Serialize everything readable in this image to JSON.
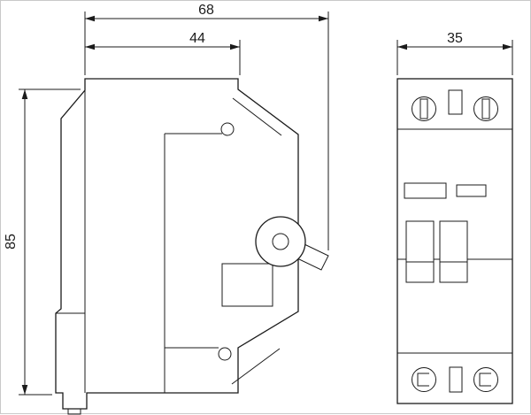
{
  "drawing": {
    "dimension_labels": {
      "overall_depth": "68",
      "body_depth": "44",
      "width": "35",
      "height": "85"
    },
    "style": {
      "line_color": "#1b1b1b",
      "background_color": "#ffffff"
    }
  }
}
